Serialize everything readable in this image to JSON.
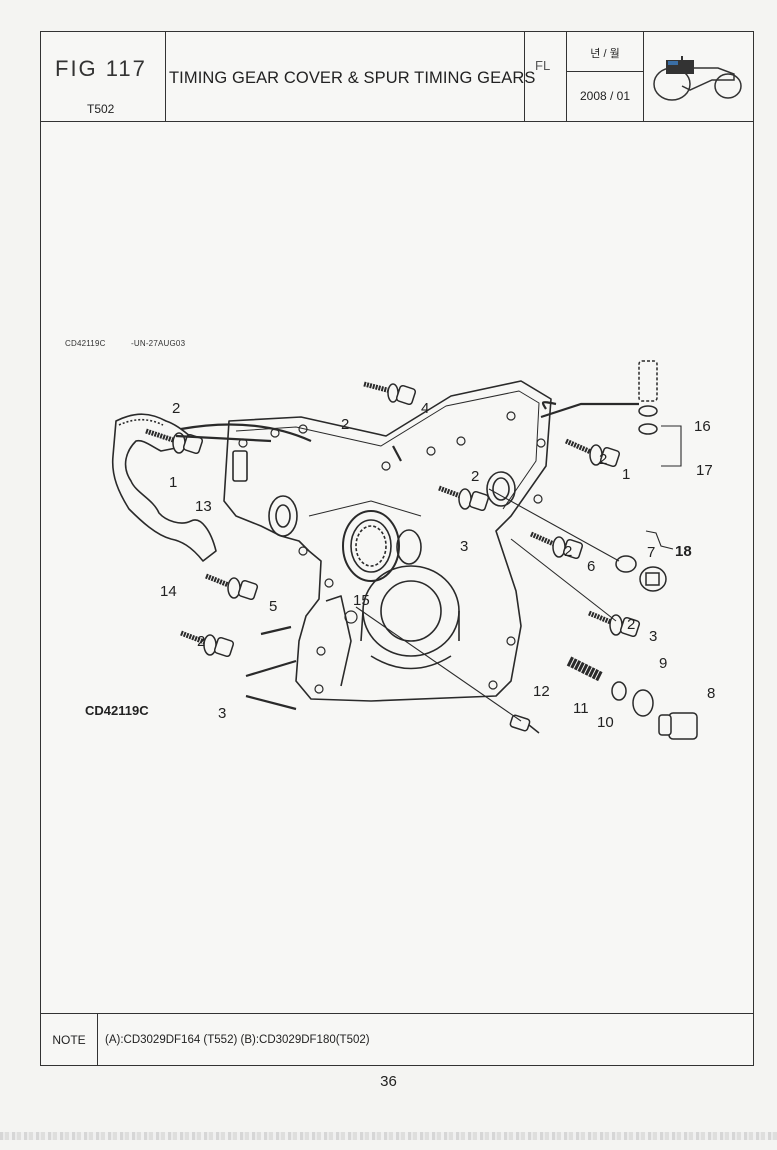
{
  "header": {
    "fig_label": "FIG 117",
    "fig_code": "T502",
    "title": "TIMING GEAR COVER & SPUR TIMING GEARS",
    "fl_label": "FL",
    "date_label": "년 / 월",
    "date_value": "2008 / 01",
    "logo_icon": "tractor-icon"
  },
  "drawing": {
    "ref_code": "CD42119C",
    "ref_stamp": "-UN-27AUG03",
    "ref_code_bottom": "CD42119C",
    "callouts": [
      "1",
      "2",
      "3",
      "4",
      "5",
      "6",
      "7",
      "8",
      "9",
      "10",
      "11",
      "12",
      "13",
      "14",
      "15",
      "16",
      "17",
      "18"
    ]
  },
  "note": {
    "label": "NOTE",
    "text": "(A):CD3029DF164 (T552)  (B):CD3029DF180(T502)"
  },
  "page_number": "36"
}
